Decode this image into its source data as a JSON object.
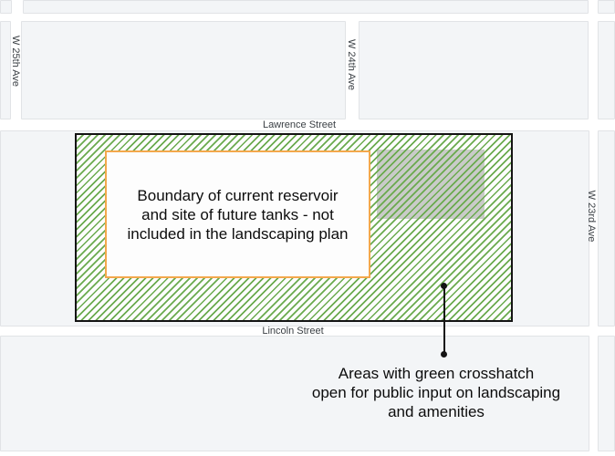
{
  "streets": {
    "w25th": "W 25th Ave",
    "w24th": "W 24th Ave",
    "w23rd": "W 23rd Ave",
    "lawrence": "Lawrence Street",
    "lincoln": "Lincoln Street"
  },
  "reservoir": {
    "boundary_note": "Boundary of current reservoir\nand site of future tanks - not\nincluded in the landscaping plan"
  },
  "legend": {
    "annotation": "Areas with green crosshatch\nopen for public input on landscaping\nand amenities"
  },
  "colors": {
    "hatch_green": "#6aaa4e",
    "boundary_orange": "#f3a84c",
    "future_tanks_gray": "#c9cbc8",
    "outline_black": "#141414",
    "block_fill": "#f3f5f7",
    "block_border": "#e1e3e6"
  }
}
